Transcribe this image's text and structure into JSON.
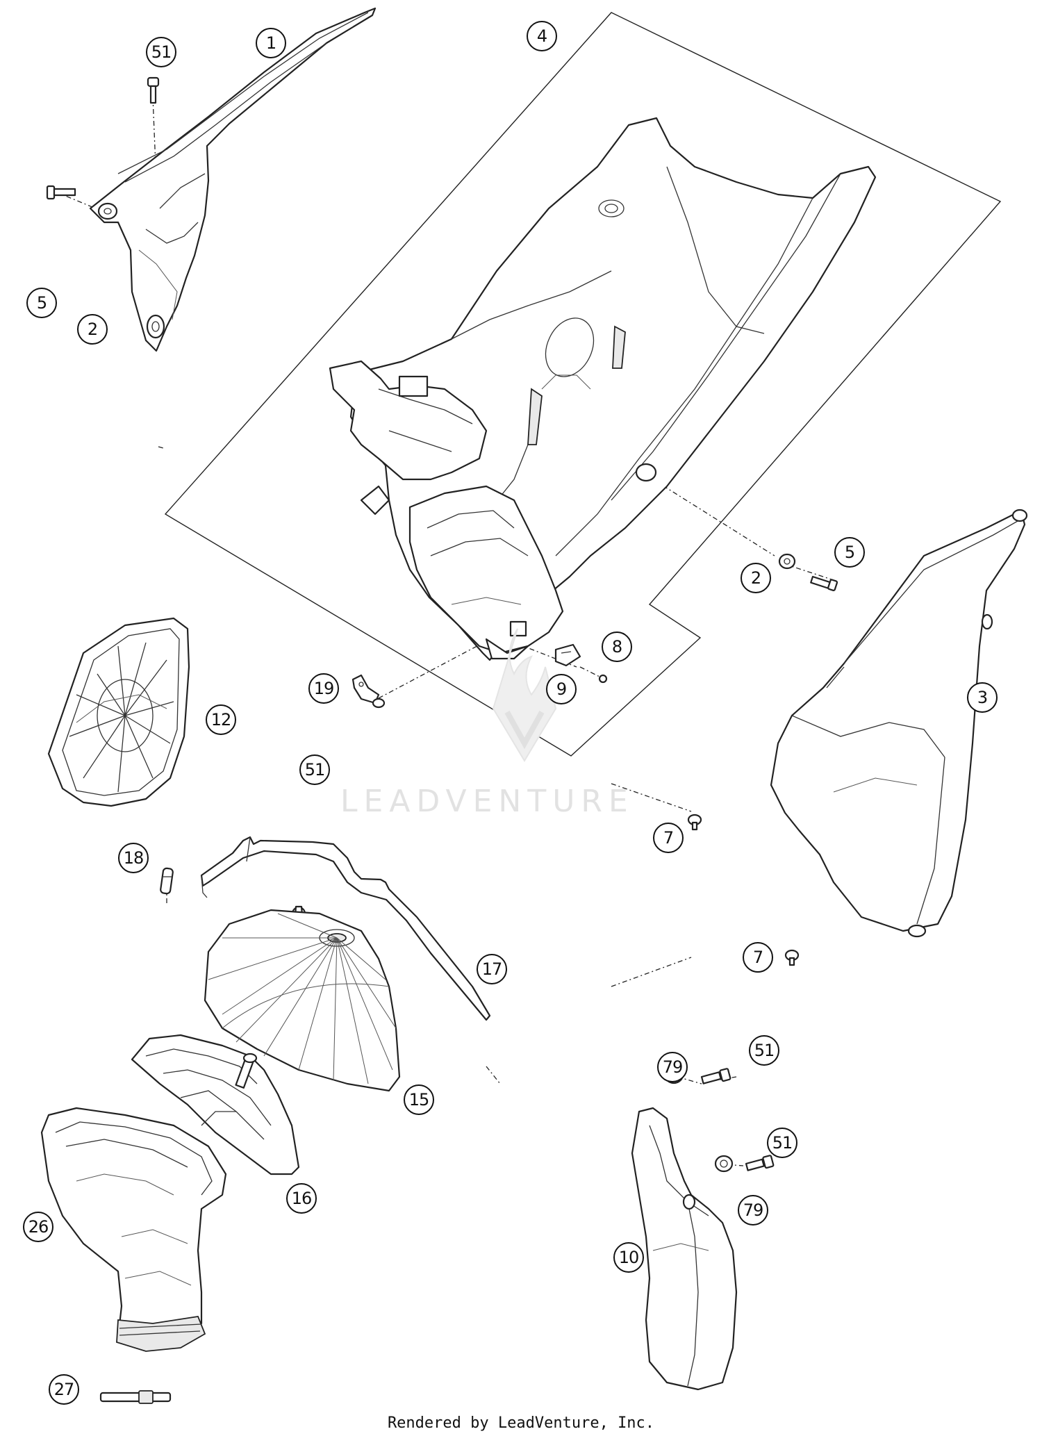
{
  "diagram": {
    "callouts": [
      {
        "id": "c1",
        "label": "1"
      },
      {
        "id": "c51a",
        "label": "51"
      },
      {
        "id": "c4",
        "label": "4"
      },
      {
        "id": "c5a",
        "label": "5"
      },
      {
        "id": "c2a",
        "label": "2"
      },
      {
        "id": "c2b",
        "label": "2"
      },
      {
        "id": "c5b",
        "label": "5"
      },
      {
        "id": "c8",
        "label": "8"
      },
      {
        "id": "c9",
        "label": "9"
      },
      {
        "id": "c19",
        "label": "19"
      },
      {
        "id": "c51b",
        "label": "51"
      },
      {
        "id": "c12",
        "label": "12"
      },
      {
        "id": "c3",
        "label": "3"
      },
      {
        "id": "c7a",
        "label": "7"
      },
      {
        "id": "c7b",
        "label": "7"
      },
      {
        "id": "c18",
        "label": "18"
      },
      {
        "id": "c17",
        "label": "17"
      },
      {
        "id": "c15",
        "label": "15"
      },
      {
        "id": "c16",
        "label": "16"
      },
      {
        "id": "c26",
        "label": "26"
      },
      {
        "id": "c27",
        "label": "27"
      },
      {
        "id": "c79a",
        "label": "79"
      },
      {
        "id": "c51c",
        "label": "51"
      },
      {
        "id": "c51d",
        "label": "51"
      },
      {
        "id": "c79b",
        "label": "79"
      },
      {
        "id": "c10",
        "label": "10"
      }
    ]
  },
  "watermark": {
    "text": "LEADVENTURE"
  },
  "footer": {
    "text": "Rendered by LeadVenture, Inc."
  }
}
